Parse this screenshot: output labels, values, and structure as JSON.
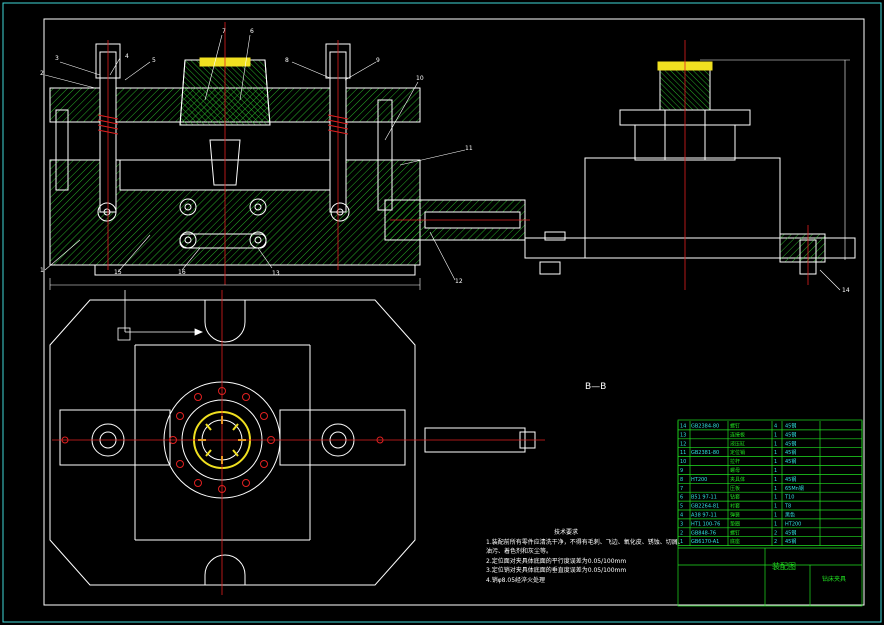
{
  "view_labels": {
    "section": "B—B"
  },
  "part_numbers": [
    "1",
    "2",
    "3",
    "4",
    "5",
    "6",
    "7",
    "8",
    "9",
    "10",
    "11",
    "12",
    "13",
    "14",
    "15",
    "16"
  ],
  "notes": {
    "title": "技术要求",
    "items": [
      "1.装配前所有零件应清洗干净，不得有毛刺、飞边、氧化皮、锈蚀、切屑、油污、着色剂和灰尘等。",
      "2.定位面对夹具体底面的平行度误差为0.05/100mm",
      "3.定位销对夹具体底面的垂直度误差为0.05/100mm",
      "4.销φ8.05经淬火处理"
    ]
  },
  "title_block": {
    "drawing_name": "装配图",
    "product_name": "钻床夹具",
    "bom": [
      {
        "no": "14",
        "code": "GB2384-80",
        "name": "螺钉",
        "qty": "4",
        "mat": "45钢"
      },
      {
        "no": "13",
        "code": "",
        "name": "连接板",
        "qty": "1",
        "mat": "45钢"
      },
      {
        "no": "12",
        "code": "",
        "name": "液压缸",
        "qty": "1",
        "mat": "45钢"
      },
      {
        "no": "11",
        "code": "GB2381-80",
        "name": "定位销",
        "qty": "1",
        "mat": "45钢"
      },
      {
        "no": "10",
        "code": "",
        "name": "拉杆",
        "qty": "1",
        "mat": "45钢"
      },
      {
        "no": "9",
        "code": "",
        "name": "螺母",
        "qty": "1",
        "mat": ""
      },
      {
        "no": "8",
        "code": "HT200",
        "name": "夹具体",
        "qty": "1",
        "mat": "45钢"
      },
      {
        "no": "7",
        "code": "",
        "name": "压板",
        "qty": "1",
        "mat": "65Mn钢"
      },
      {
        "no": "6",
        "code": "B51 97-11",
        "name": "钻套",
        "qty": "1",
        "mat": "T10"
      },
      {
        "no": "5",
        "code": "GB2264-81",
        "name": "衬套",
        "qty": "1",
        "mat": "T8"
      },
      {
        "no": "4",
        "code": "A38 97-11",
        "name": "弹簧",
        "qty": "1",
        "mat": "黑色"
      },
      {
        "no": "3",
        "code": "HT1 100-76",
        "name": "垫圈",
        "qty": "1",
        "mat": "HT200"
      },
      {
        "no": "2",
        "code": "GB848-76",
        "name": "螺钉",
        "qty": "2",
        "mat": "45钢"
      },
      {
        "no": "1",
        "code": "GB6170-A1",
        "name": "底座",
        "qty": "2",
        "mat": "45钢"
      }
    ]
  },
  "colors": {
    "outline": "#ffffff",
    "center_line": "#e02020",
    "hatch": "#30d830",
    "title_block": "#20e020",
    "cyan": "#30e0e0",
    "yellow": "#f0e020",
    "border": "#40d8d8"
  }
}
